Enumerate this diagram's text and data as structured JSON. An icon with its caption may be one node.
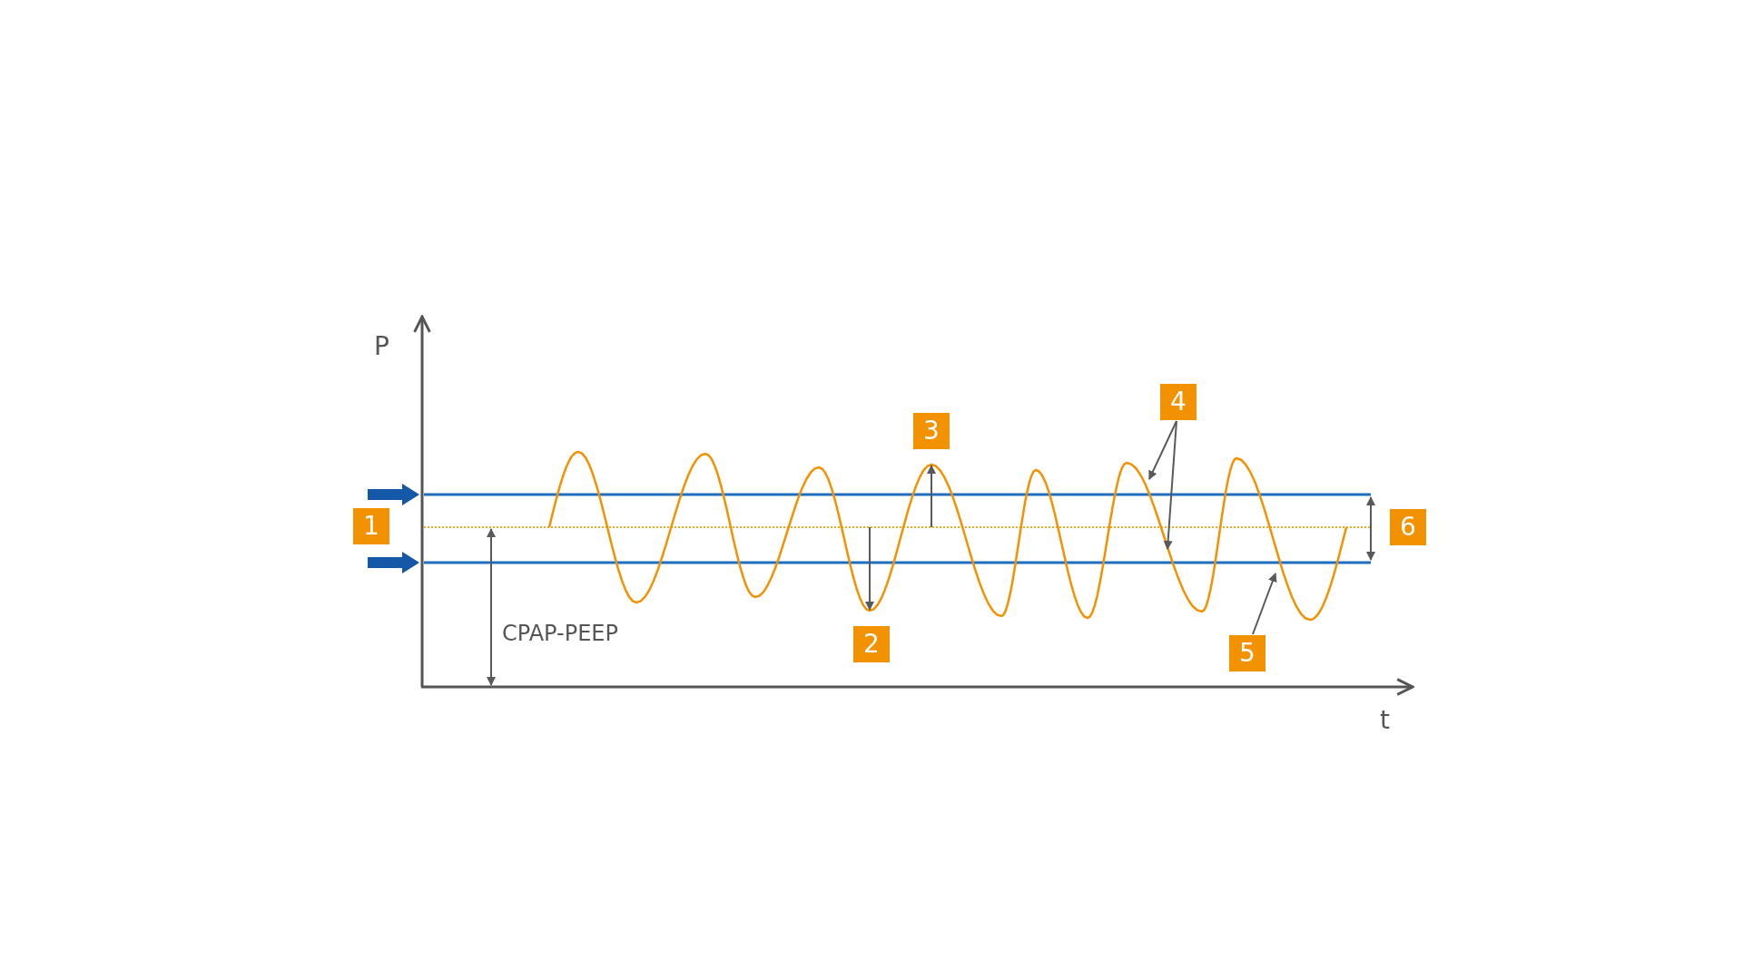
{
  "diagram": {
    "nodes": [
      {
        "text": [
          "3"
        ]
      },
      {
        "text": [
          "4"
        ]
      },
      {
        "text": [
          "1"
        ]
      },
      {
        "text": [
          "6"
        ]
      },
      {
        "text": [
          "2"
        ]
      },
      {
        "text": [
          "5"
        ]
      }
    ],
    "edges": [
      {
        "from": 1,
        "to": null,
        "arrow": "to"
      },
      {
        "from": 1,
        "to": null,
        "arrow": "to"
      },
      {
        "from": 5,
        "to": null,
        "arrow": "to"
      }
    ],
    "labels": [
      "P",
      "CPAP-PEEP",
      "t"
    ]
  }
}
